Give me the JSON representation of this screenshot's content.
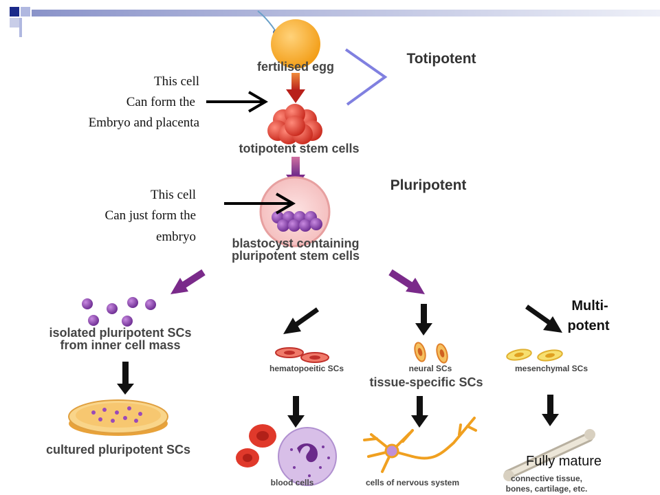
{
  "labels": {
    "fertilised_egg": "fertilised egg",
    "totipotent_cells": "totipotent stem cells",
    "blastocyst_line1": "blastocyst containing",
    "blastocyst_line2": "pluripotent stem cells",
    "isolated_line1": "isolated pluripotent SCs",
    "isolated_line2": "from inner cell mass",
    "cultured": "cultured pluripotent SCs",
    "hematopoietic": "hematopoeitic SCs",
    "neural": "neural SCs",
    "mesenchymal": "mesenchymal SCs",
    "tissue_specific": "tissue-specific SCs",
    "blood_cells": "blood cells",
    "nervous_cells": "cells of nervous system",
    "connective_line1": "connective tissue,",
    "connective_line2": "bones, cartilage, etc."
  },
  "headings": {
    "totipotent": "Totipotent",
    "pluripotent": "Pluripotent",
    "multipotent_line1": "Multi-",
    "multipotent_line2": "potent",
    "fully_mature": "Fully mature"
  },
  "notes": {
    "totipotent_note": [
      "This cell",
      "Can form the",
      "Embryo and placenta"
    ],
    "pluripotent_note": [
      "This cell",
      "Can just form the",
      "embryo"
    ]
  },
  "colors": {
    "egg": "#f6a623",
    "red_arrow": "#b8201a",
    "purple_arrow": "#7a2a8a",
    "cell_red": "#e0392b",
    "cell_purple": "#8a3fb0",
    "bracket": "#8080e0"
  }
}
